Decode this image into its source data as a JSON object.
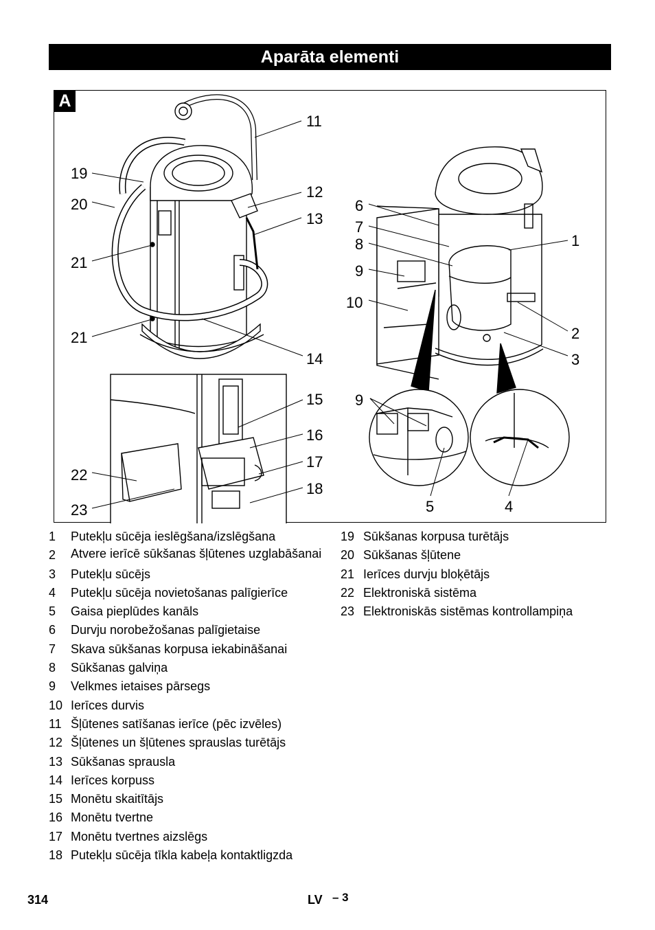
{
  "header": {
    "title": "Aparāta elementi"
  },
  "figure": {
    "tag": "A",
    "callouts": {
      "c1": "1",
      "c2": "2",
      "c3": "3",
      "c4": "4",
      "c5": "5",
      "c6": "6",
      "c7": "7",
      "c8": "8",
      "c9a": "9",
      "c9b": "9",
      "c10": "10",
      "c11": "11",
      "c12": "12",
      "c13": "13",
      "c14": "14",
      "c15": "15",
      "c16": "16",
      "c17": "17",
      "c18": "18",
      "c19": "19",
      "c20": "20",
      "c21a": "21",
      "c21b": "21",
      "c22": "22",
      "c23": "23"
    }
  },
  "legend_left": [
    {
      "n": "1",
      "t": "Putekļu sūcēja ieslēgšana/izslēgšana"
    },
    {
      "n": "2",
      "t": "Atvere ierīcē sūkšanas šļūtenes uzglabāšanai"
    },
    {
      "n": "3",
      "t": "Putekļu sūcējs"
    },
    {
      "n": "4",
      "t": "Putekļu sūcēja novietošanas palīgierīce"
    },
    {
      "n": "5",
      "t": "Gaisa pieplūdes kanāls"
    },
    {
      "n": "6",
      "t": "Durvju norobežošanas palīgietaise"
    },
    {
      "n": "7",
      "t": "Skava sūkšanas korpusa iekabināšanai"
    },
    {
      "n": "8",
      "t": "Sūkšanas galviņa"
    },
    {
      "n": "9",
      "t": "Velkmes ietaises pārsegs"
    },
    {
      "n": "10",
      "t": "Ierīces durvis"
    },
    {
      "n": "11",
      "t": "Šļūtenes satīšanas ierīce (pēc izvēles)"
    },
    {
      "n": "12",
      "t": "Šļūtenes un šļūtenes sprauslas turētājs"
    },
    {
      "n": "13",
      "t": "Sūkšanas sprausla"
    },
    {
      "n": "14",
      "t": "Ierīces korpuss"
    },
    {
      "n": "15",
      "t": "Monētu skaitītājs"
    },
    {
      "n": "16",
      "t": "Monētu tvertne"
    },
    {
      "n": "17",
      "t": "Monētu tvertnes aizslēgs"
    },
    {
      "n": "18",
      "t": "Putekļu sūcēja tīkla kabeļa kontaktligzda"
    }
  ],
  "legend_right": [
    {
      "n": "19",
      "t": "Sūkšanas korpusa turētājs"
    },
    {
      "n": "20",
      "t": "Sūkšanas šļūtene"
    },
    {
      "n": "21",
      "t": "Ierīces durvju bloķētājs"
    },
    {
      "n": "22",
      "t": "Elektroniskā sistēma"
    },
    {
      "n": "23",
      "t": "Elektroniskās sistēmas kontrollampiņa"
    }
  ],
  "footer": {
    "page": "314",
    "lang": "LV",
    "sub": "– 3"
  }
}
